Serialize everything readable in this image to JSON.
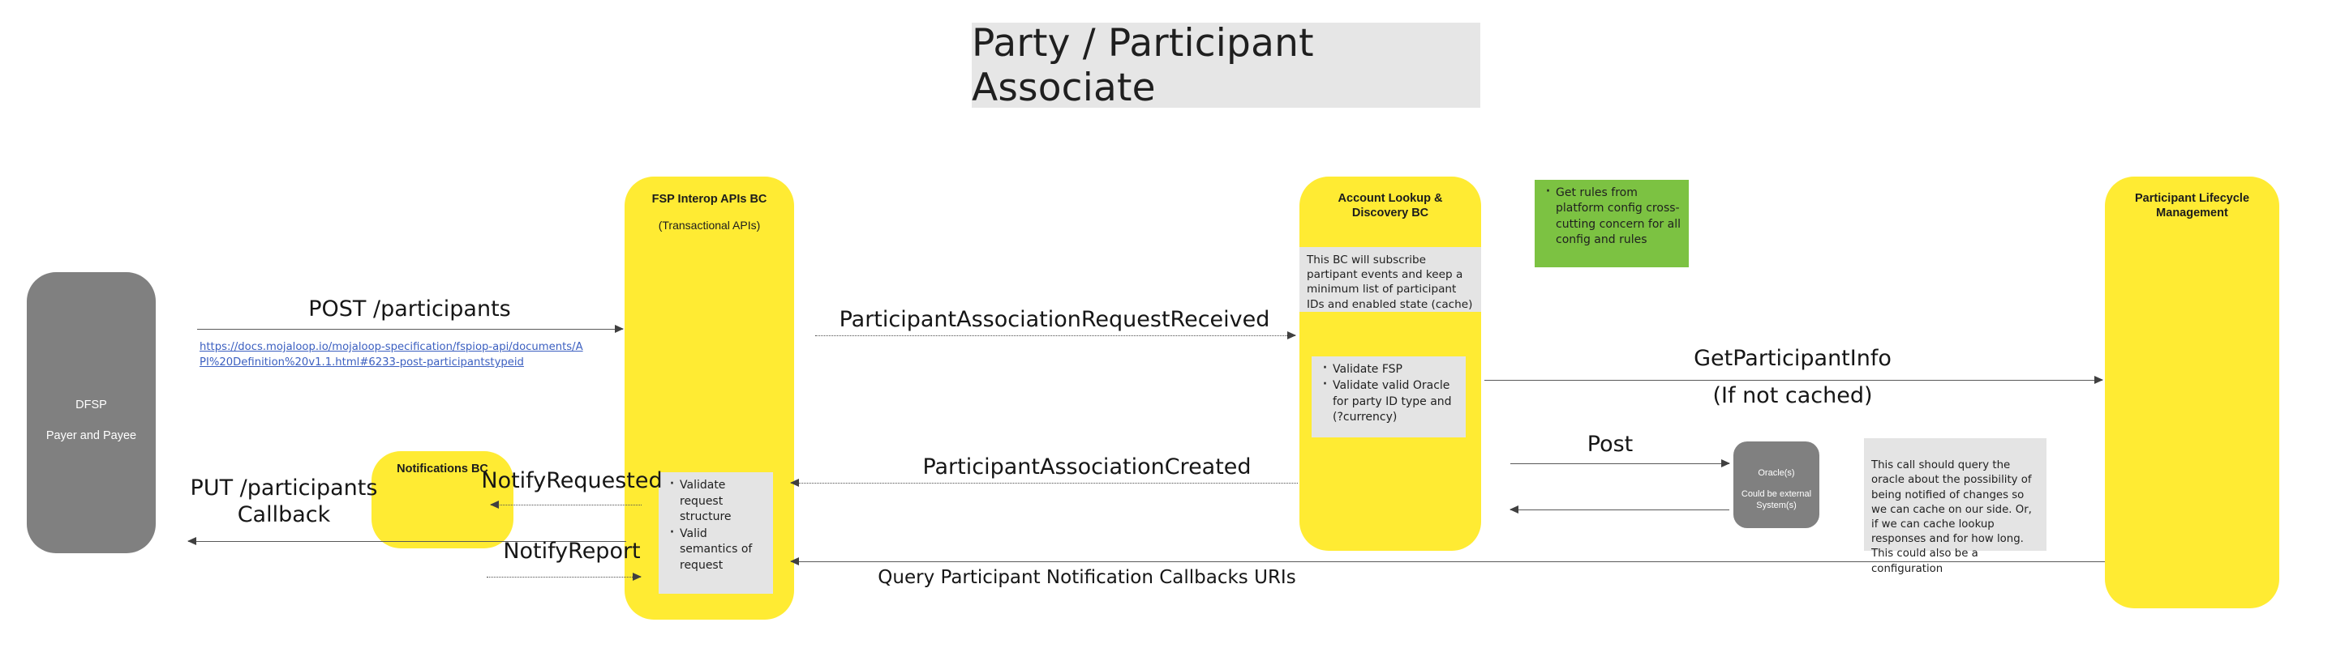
{
  "diagram": {
    "title": "Party / Participant Associate",
    "type": "sequence-diagram"
  },
  "actors": {
    "dfsp": {
      "name": "DFSP",
      "role": "Payer and Payee",
      "color": "#808080"
    },
    "fsp_interop": {
      "name": "FSP Interop APIs BC",
      "subtitle": "(Transactional APIs)",
      "color": "#ffeb33"
    },
    "notifications": {
      "name": "Notifications BC",
      "color": "#ffeb33"
    },
    "account_lookup": {
      "name": "Account Lookup & Discovery BC",
      "color": "#ffeb33"
    },
    "oracles": {
      "name": "Oracle(s)",
      "subtitle": "Could be external System(s)",
      "color": "#808080"
    },
    "participant_lifecycle": {
      "name": "Participant Lifecycle Management",
      "color": "#ffeb33"
    }
  },
  "notes": {
    "alookup_cache": "This BC will subscribe partipant events and keep a minimum list of participant IDs and enabled state (cache)",
    "green_config": [
      "Get rules from platform config cross-cutting concern for all config and rules"
    ],
    "validate_fsp": [
      "Validate FSP",
      "Validate valid Oracle for party ID type and (?currency)"
    ],
    "validate_request": [
      "Validate request structure",
      "Valid semantics of request"
    ],
    "oracle_cache_note": "This call should query the oracle about the possibility of being notified of changes so we can cache on our side. Or, if we can cache lookup responses and for how long.\nThis could also be a configuration"
  },
  "messages": {
    "post_participants": "POST /participants",
    "post_participants_link": "https://docs.mojaloop.io/mojaloop-specification/fspiop-api/documents/API%20Definition%20v1.1.html#6233-post-participantstypeid",
    "participant_association_request_received": "ParticipantAssociationRequestReceived",
    "get_participant_info": "GetParticipantInfo",
    "get_participant_info_sub": "(If not cached)",
    "put_participants_callback_line1": "PUT /participants",
    "put_participants_callback_line2": "Callback",
    "notify_requested": "NotifyRequested",
    "notify_report": "NotifyReport",
    "participant_association_created": "ParticipantAssociationCreated",
    "post_oracle": "Post",
    "query_participant_notification": "Query Participant Notification Callbacks URIs"
  }
}
